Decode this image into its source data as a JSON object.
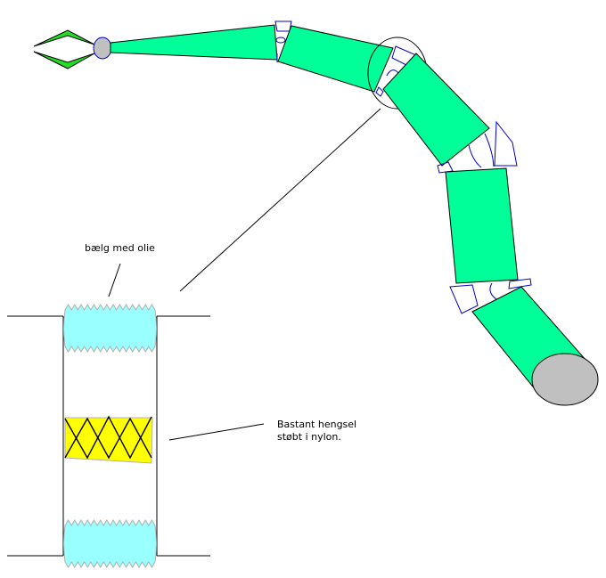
{
  "diagram": {
    "title": "Robot arm with bellows joints",
    "labels": {
      "bellows": "bælg med olie",
      "hinge_line1": "Bastant hengsel",
      "hinge_line2": "støbt i nylon."
    },
    "colors": {
      "segment_fill": "#00ff99",
      "gripper_fill": "#22dd22",
      "bellows_fill": "#99ffff",
      "hinge_fill": "#ffff00",
      "joint_outline": "#0000cc",
      "base_cap_fill": "#c0c0c0"
    }
  }
}
